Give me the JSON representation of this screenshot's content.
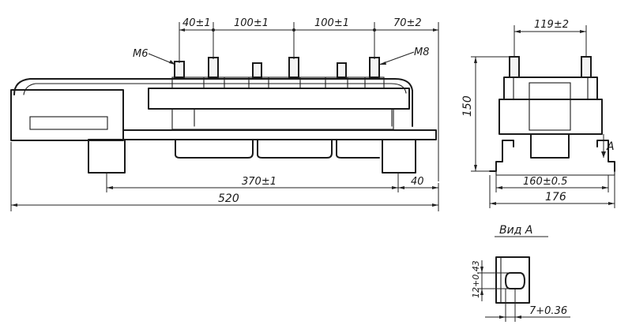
{
  "front_view": {
    "dim_left_pitch": "40±1",
    "dim_pitch_1": "100±1",
    "dim_pitch_2": "100±1",
    "dim_right_pitch": "70±2",
    "label_m6": "M6",
    "label_m8": "M8",
    "dim_mount_spacing": "370±1",
    "dim_foot": "40",
    "dim_overall_length": "520"
  },
  "side_view": {
    "dim_stud_spacing": "119±2",
    "dim_height": "150",
    "view_marker": "A",
    "dim_mount_width": "160±0.5",
    "dim_overall_width": "176"
  },
  "detail_view": {
    "title": "Вид А",
    "dim_slot_height": "12+0.43",
    "dim_slot_width": "7+0.36"
  }
}
